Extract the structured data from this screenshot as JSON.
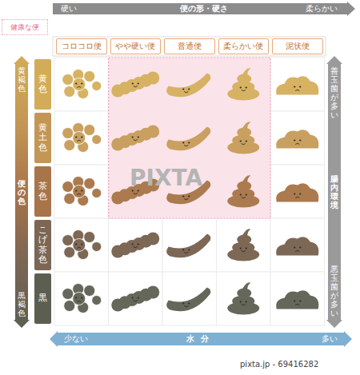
{
  "diagram": {
    "nodes": [
      {
        "text": [
          "健康な便"
        ]
      },
      {
        "text": [
          "硬い",
          "便の形・硬さ",
          "柔らかい"
        ]
      },
      {
        "text": [
          "コロコロ便"
        ]
      },
      {
        "text": [
          "やや硬い便"
        ]
      },
      {
        "text": [
          "普通便"
        ]
      },
      {
        "text": [
          "柔らかい便"
        ]
      },
      {
        "text": [
          "泥状便"
        ]
      },
      {
        "text": [
          "黄褐色",
          "便の色",
          "黒褐色"
        ]
      },
      {
        "text": [
          "黄色"
        ]
      },
      {
        "text": [
          "黄土色"
        ]
      },
      {
        "text": [
          "茶色"
        ]
      },
      {
        "text": [
          "こげ茶色"
        ]
      },
      {
        "text": [
          "黒"
        ]
      },
      {
        "text": [
          "善玉菌が多い",
          "腸内環境",
          "悪玉菌が多い"
        ]
      },
      {
        "text": [
          "少ない",
          "水分",
          "多い"
        ]
      }
    ],
    "labels": [
      "PIXTA",
      "pixta.jp - 69416282"
    ]
  }
}
